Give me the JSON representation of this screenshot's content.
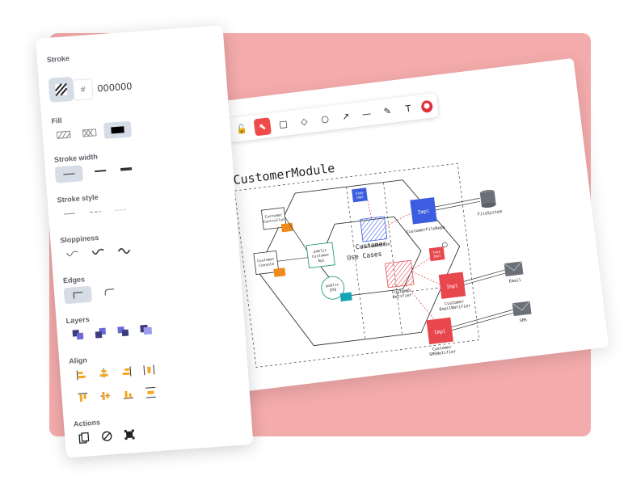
{
  "toolbar": {
    "tools": [
      {
        "name": "lock-icon",
        "glyph": "🔓"
      },
      {
        "name": "selection-icon",
        "glyph": "⬉"
      },
      {
        "name": "rectangle-icon",
        "glyph": "□"
      },
      {
        "name": "diamond-icon",
        "glyph": "◇"
      },
      {
        "name": "ellipse-icon",
        "glyph": "○"
      },
      {
        "name": "arrow-icon",
        "glyph": "↗"
      },
      {
        "name": "line-icon",
        "glyph": "—"
      },
      {
        "name": "pencil-icon",
        "glyph": "✎"
      },
      {
        "name": "text-icon",
        "glyph": "T"
      }
    ],
    "text_tool_label": "T"
  },
  "diagram": {
    "title": "CustomerModule",
    "customer_controller": [
      "Customer",
      "Controller"
    ],
    "customer_console": [
      "Customer",
      "Console"
    ],
    "public_customer_api": [
      "public",
      "Customer",
      "Api"
    ],
    "customer_use_cases": [
      "Customer",
      "Use Cases"
    ],
    "public_dto": [
      "public",
      "DTO"
    ],
    "fake_impl_top": [
      "Fake",
      "Impl"
    ],
    "fake_impl_mid": [
      "Fake",
      "Impl"
    ],
    "impl_label": "Impl",
    "customer_repo": "CustomerRepo",
    "customer_file_repo": "CustomerFileRepo",
    "file_system": "FileSystem",
    "customer_notifier": [
      "Customer",
      "Notifier"
    ],
    "customer_email_notifier": [
      "Customer",
      "EmailNotifier"
    ],
    "customer_sms_notifier": [
      "Customer",
      "SMSNotifier"
    ],
    "email": "Email",
    "sms": "SMS"
  },
  "panel": {
    "stroke": {
      "label": "Stroke",
      "hex": "000000",
      "hash": "#"
    },
    "fill": {
      "label": "Fill"
    },
    "stroke_width": {
      "label": "Stroke width"
    },
    "stroke_style": {
      "label": "Stroke style"
    },
    "sloppiness": {
      "label": "Sloppiness"
    },
    "edges": {
      "label": "Edges"
    },
    "layers": {
      "label": "Layers"
    },
    "align": {
      "label": "Align"
    },
    "actions": {
      "label": "Actions"
    }
  },
  "colors": {
    "background_pink": "#f4abab",
    "accent_red": "#ef4b4b",
    "blue_impl": "#3d5de0",
    "red_impl": "#e8484d",
    "orange": "#f08a1c",
    "teal": "#17a3b8",
    "layer_purple": "#6a6ad8",
    "align_orange": "#f5a623"
  }
}
